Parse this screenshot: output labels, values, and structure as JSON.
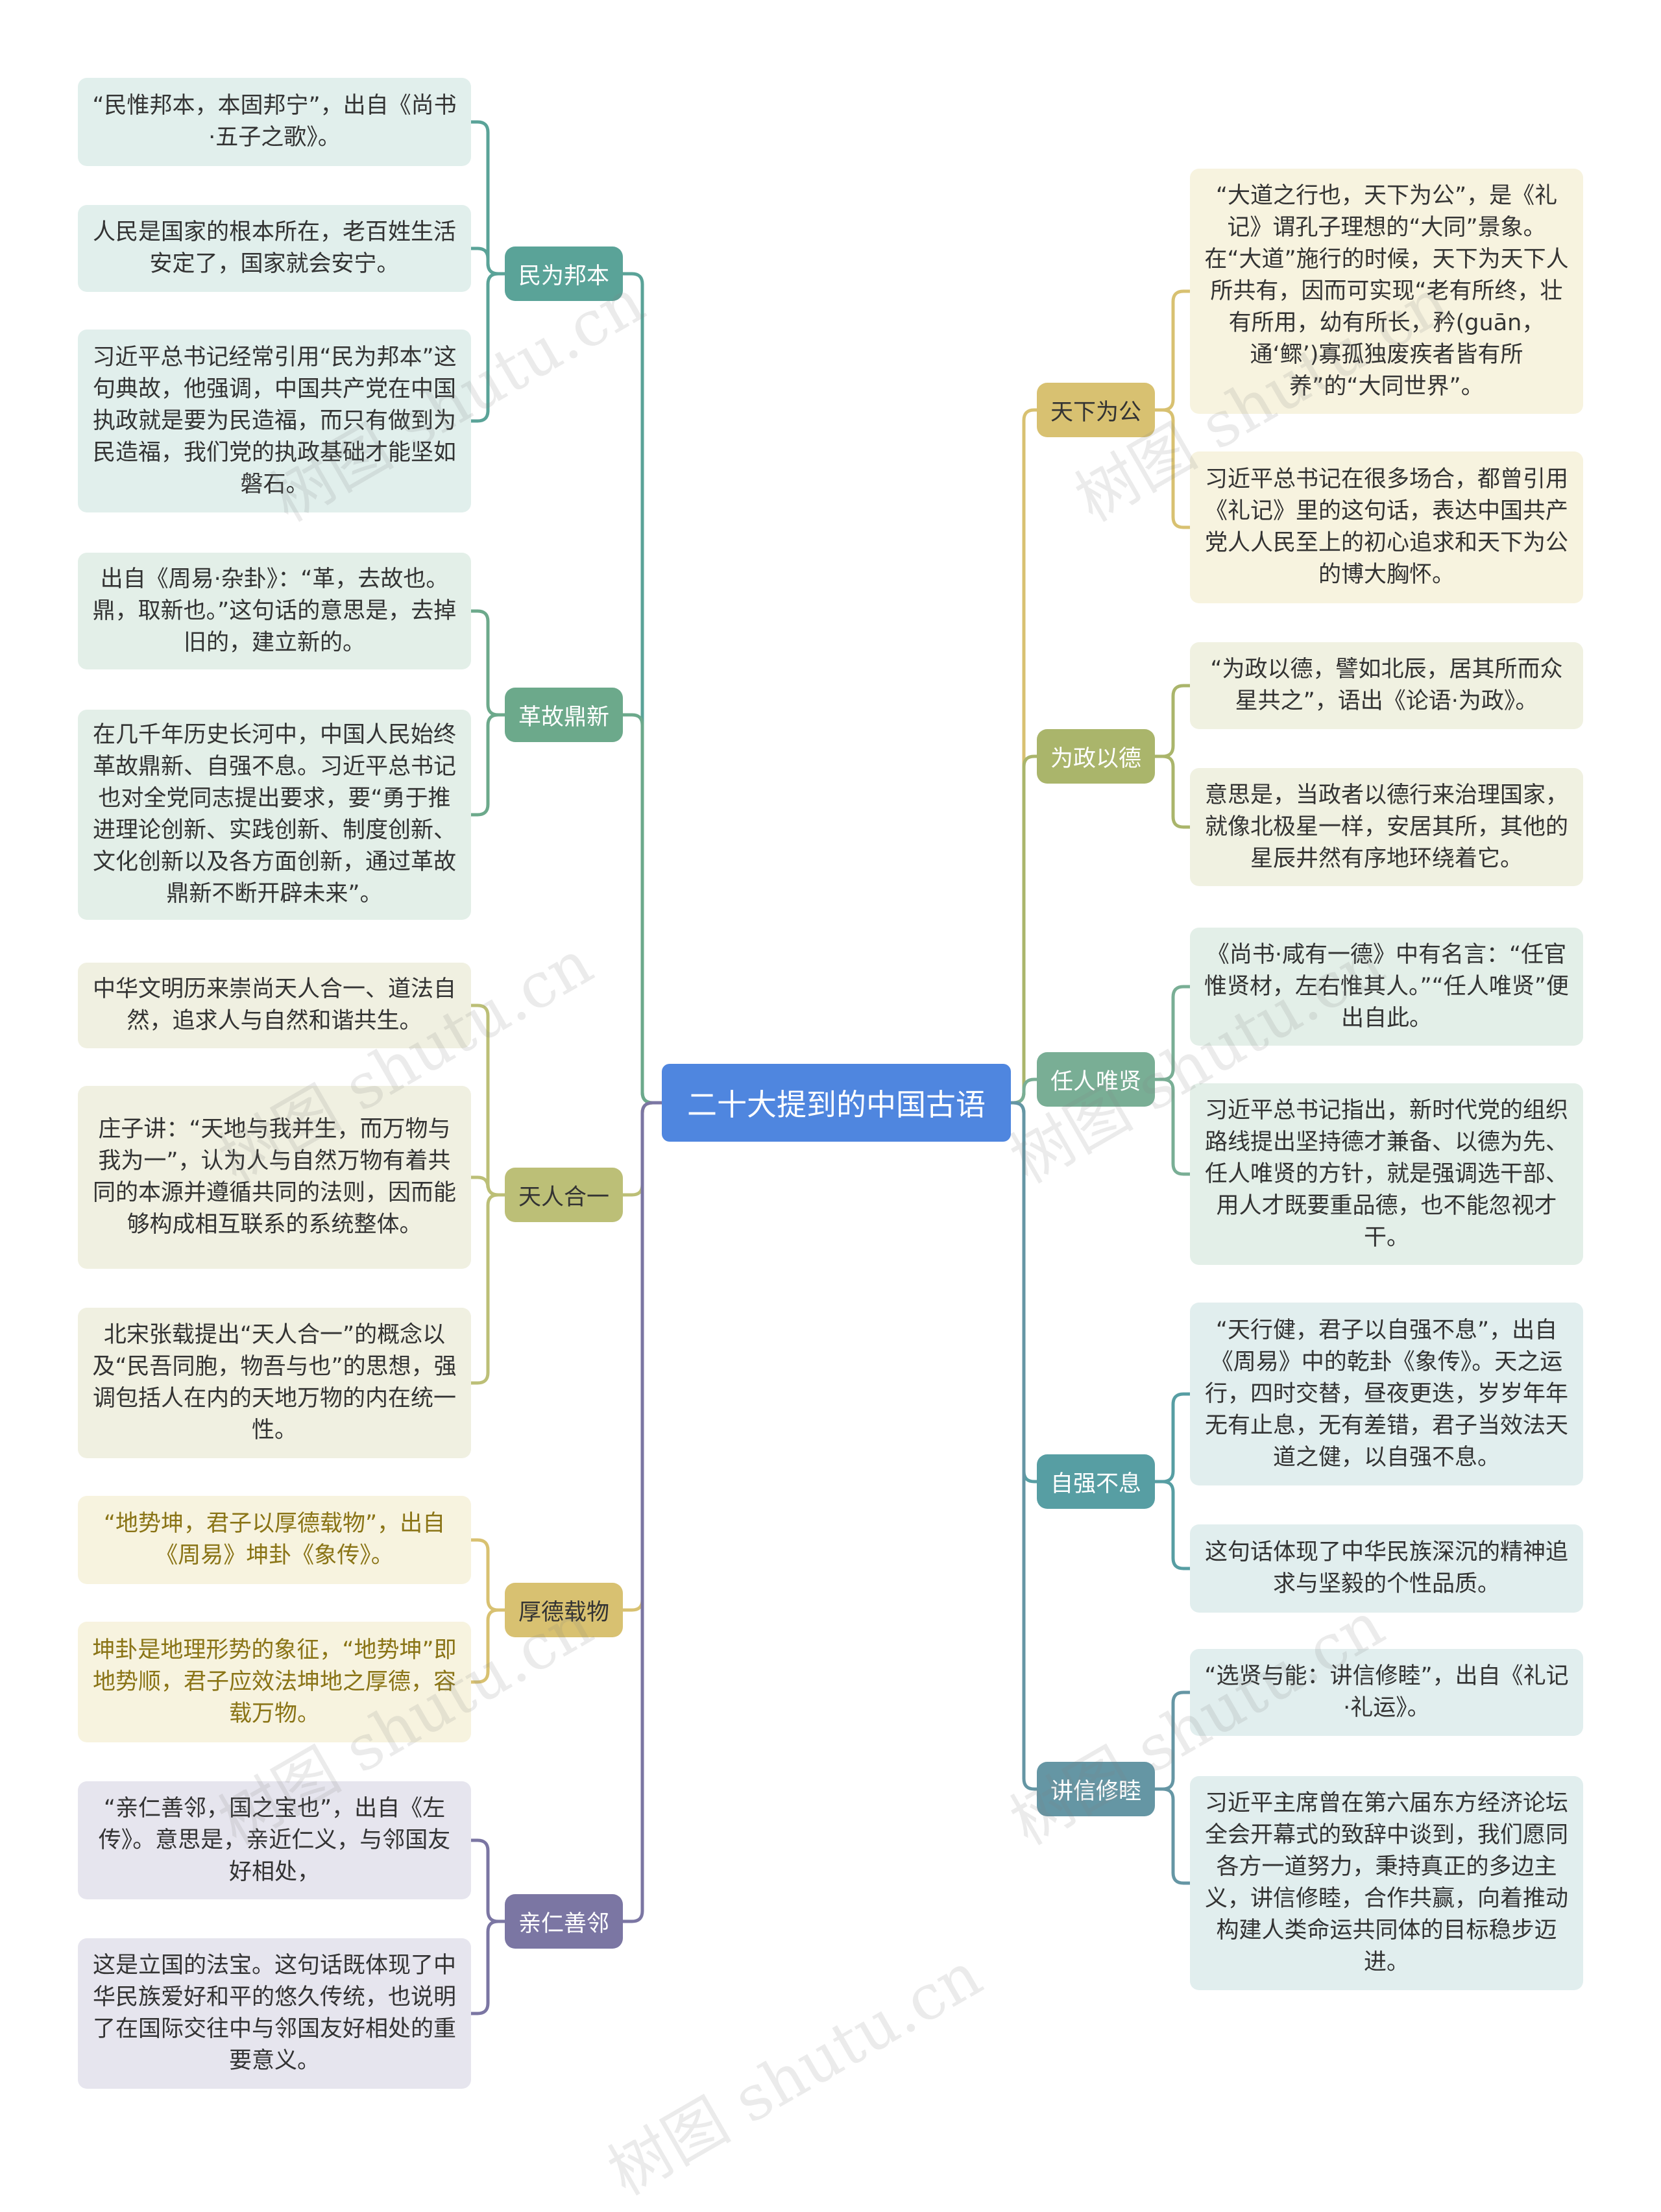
{
  "root": {
    "label": "二十大提到的中国古语"
  },
  "branches": [
    {
      "label": "民为邦本",
      "leaves": [
        "“民惟邦本，本固邦宁”，出自《尚书·五子之歌》。",
        "人民是国家的根本所在，老百姓生活安定了，国家就会安宁。",
        "习近平总书记经常引用“民为邦本”这句典故，他强调，中国共产党在中国执政就是要为民造福，而只有做到为民造福，我们党的执政基础才能坚如磐石。"
      ]
    },
    {
      "label": "革故鼎新",
      "leaves": [
        "出自《周易·杂卦》：“革，去故也。鼎，取新也。”这句话的意思是，去掉旧的，建立新的。",
        "在几千年历史长河中，中国人民始终革故鼎新、自强不息。习近平总书记也对全党同志提出要求，要“勇于推进理论创新、实践创新、制度创新、文化创新以及各方面创新，通过革故鼎新不断开辟未来”。"
      ]
    },
    {
      "label": "天人合一",
      "leaves": [
        "中华文明历来崇尚天人合一、道法自然，追求人与自然和谐共生。",
        "庄子讲：“天地与我并生，而万物与我为一”，认为人与自然万物有着共同的本源并遵循共同的法则，因而能够构成相互联系的系统整体。",
        "北宋张载提出“天人合一”的概念以及“民吾同胞，物吾与也”的思想，强调包括人在内的天地万物的内在统一性。"
      ]
    },
    {
      "label": "厚德载物",
      "leaves": [
        "“地势坤，君子以厚德载物”，出自《周易》坤卦《象传》。",
        "坤卦是地理形势的象征，“地势坤”即地势顺，君子应效法坤地之厚德，容载万物。"
      ]
    },
    {
      "label": "亲仁善邻",
      "leaves": [
        "“亲仁善邻，国之宝也”，出自《左传》。意思是，亲近仁义，与邻国友好相处，",
        "这是立国的法宝。这句话既体现了中华民族爱好和平的悠久传统，也说明了在国际交往中与邻国友好相处的重要意义。"
      ]
    },
    {
      "label": "天下为公",
      "leaves": [
        "“大道之行也，天下为公”，是《礼记》谓孔子理想的“大同”景象。在“大道”施行的时候，天下为天下人所共有，因而可实现“老有所终，壮有所用，幼有所长，矜(guān，通‘鳏’)寡孤独废疾者皆有所养”的“大同世界”。",
        "习近平总书记在很多场合，都曾引用《礼记》里的这句话，表达中国共产党人人民至上的初心追求和天下为公的博大胸怀。"
      ]
    },
    {
      "label": "为政以德",
      "leaves": [
        "“为政以德，譬如北辰，居其所而众星共之”，语出《论语·为政》。",
        "意思是，当政者以德行来治理国家，就像北极星一样，安居其所，其他的星辰井然有序地环绕着它。"
      ]
    },
    {
      "label": "任人唯贤",
      "leaves": [
        "《尚书·咸有一德》中有名言：“任官惟贤材，左右惟其人。”“任人唯贤”便出自此。",
        "习近平总书记指出，新时代党的组织路线提出坚持德才兼备、以德为先、任人唯贤的方针，就是强调选干部、用人才既要重品德，也不能忽视才干。"
      ]
    },
    {
      "label": "自强不息",
      "leaves": [
        "“天行健，君子以自强不息”，出自《周易》中的乾卦《象传》。天之运行，四时交替，昼夜更迭，岁岁年年无有止息，无有差错，君子当效法天道之健，以自强不息。",
        "这句话体现了中华民族深沉的精神追求与坚毅的个性品质。"
      ]
    },
    {
      "label": "讲信修睦",
      "leaves": [
        "“选贤与能：讲信修睦”，出自《礼记·礼运》。",
        "习近平主席曾在第六届东方经济论坛全会开幕式的致辞中谈到，我们愿同各方一道努力，秉持真正的多边主义，讲信修睦，合作共赢，向着推动构建人类命运共同体的目标稳步迈进。"
      ]
    }
  ],
  "watermark": "树图 shutu.cn",
  "colors": {
    "root": "#4f86df",
    "branch_bg": [
      "#5aa398",
      "#6ca98b",
      "#bcbf77",
      "#d8c171",
      "#7b76a3",
      "#d8c171",
      "#aab56b",
      "#79ae95",
      "#579ea3",
      "#6596a4"
    ],
    "branch_text": [
      "#ffffff",
      "#ffffff",
      "#333333",
      "#333333",
      "#ffffff",
      "#333333",
      "#ffffff",
      "#ffffff",
      "#ffffff",
      "#ffffff"
    ],
    "leaf_bg": [
      "#e1efec",
      "#e3efe8",
      "#f0f0e1",
      "#f7f3df",
      "#e6e5ee",
      "#f7f3df",
      "#f0f1e1",
      "#e3efe8",
      "#e1eeee",
      "#e1eeee"
    ],
    "leaf_text": [
      "#333333",
      "#333333",
      "#333333",
      "#8a7416",
      "#333333",
      "#333333",
      "#333333",
      "#333333",
      "#333333",
      "#333333"
    ],
    "line": [
      "#5aa398",
      "#6ca98b",
      "#bcbf77",
      "#d8c171",
      "#7b76a3",
      "#d8c171",
      "#aab56b",
      "#79ae95",
      "#579ea3",
      "#6596a4"
    ]
  }
}
